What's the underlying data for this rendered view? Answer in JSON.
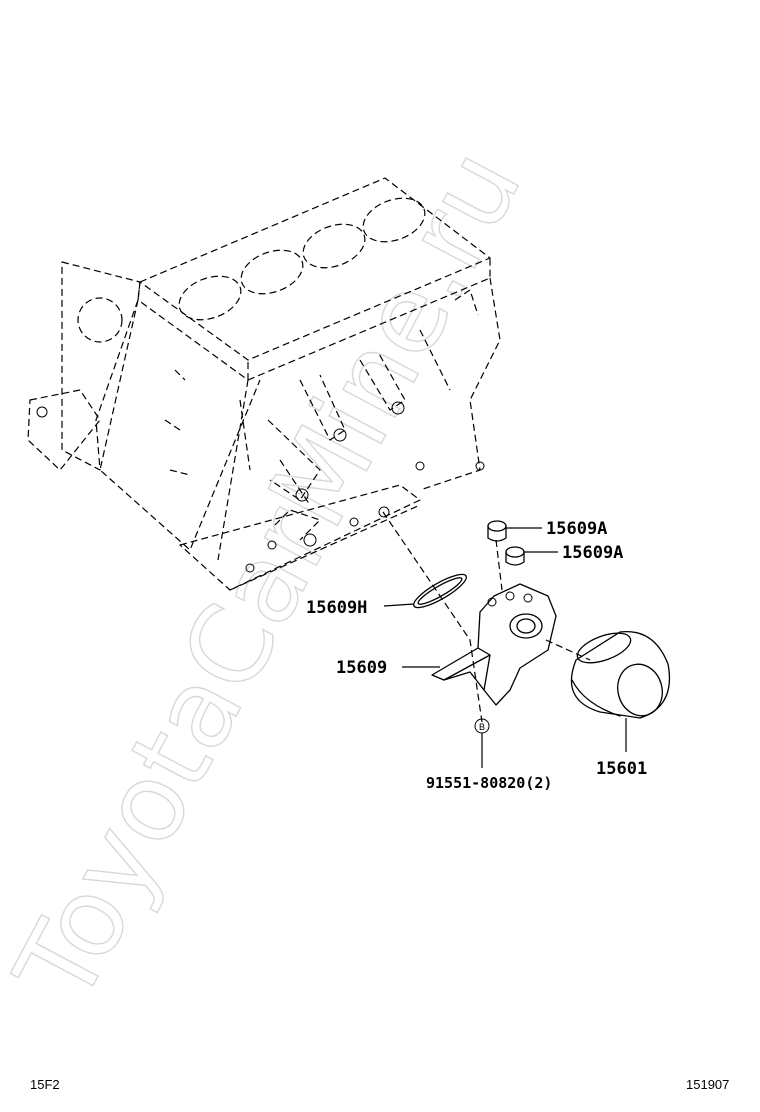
{
  "watermark": "ToyotaCarMine.ru",
  "labels": {
    "union_a_top": "15609A",
    "union_a_bottom": "15609A",
    "oring": "15609H",
    "bracket": "15609",
    "bolt": "91551-80820(2)",
    "bolt_symbol": "B",
    "filter": "15601"
  },
  "footer": {
    "left_code": "15F2",
    "right_code": "151907"
  }
}
